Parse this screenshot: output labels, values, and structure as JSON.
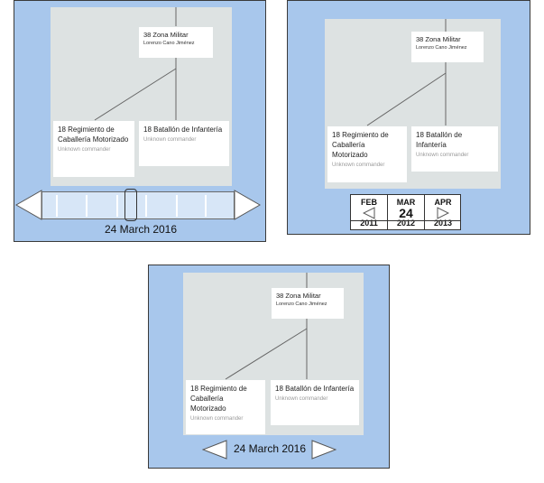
{
  "panels": [
    {
      "id": "slider-view",
      "org": {
        "root": {
          "name": "38 Zona Militar",
          "commander": "Lorenzo Cano Jiménez"
        },
        "children": [
          {
            "name": "18 Regimiento de Caballería Motorizado",
            "commander": "Unknown commander"
          },
          {
            "name": "18 Batallón de Infantería",
            "commander": "Unknown commander"
          }
        ]
      },
      "date_label": "24 March 2016"
    },
    {
      "id": "calendar-view",
      "org": {
        "root": {
          "name": "38 Zona Militar",
          "commander": "Lorenzo Cano Jiménez"
        },
        "children": [
          {
            "name": "18 Regimiento de Caballería Motorizado",
            "commander": "Unknown commander"
          },
          {
            "name": "18 Batallón de Infantería",
            "commander": "Unknown commander"
          }
        ]
      },
      "calendar": {
        "prev": {
          "month": "FEB",
          "year": "2011"
        },
        "current": {
          "month": "MAR",
          "day": "24",
          "year": "2012"
        },
        "next": {
          "month": "APR",
          "year": "2013"
        }
      }
    },
    {
      "id": "arrows-view",
      "org": {
        "root": {
          "name": "38 Zona Militar",
          "commander": "Lorenzo Cano Jiménez"
        },
        "children": [
          {
            "name": "18 Regimiento de Caballería Motorizado",
            "commander": "Unknown commander"
          },
          {
            "name": "18 Batallón de Infantería",
            "commander": "Unknown commander"
          }
        ]
      },
      "date_label": "24 March 2016"
    }
  ],
  "colors": {
    "panel_bg": "#a8c7ec",
    "org_bg": "#dde2e2",
    "track_bg": "#d7e6f7",
    "arrow_fill": "#ffffff"
  },
  "icons": {
    "prev": "triangle-left-icon",
    "next": "triangle-right-icon"
  }
}
